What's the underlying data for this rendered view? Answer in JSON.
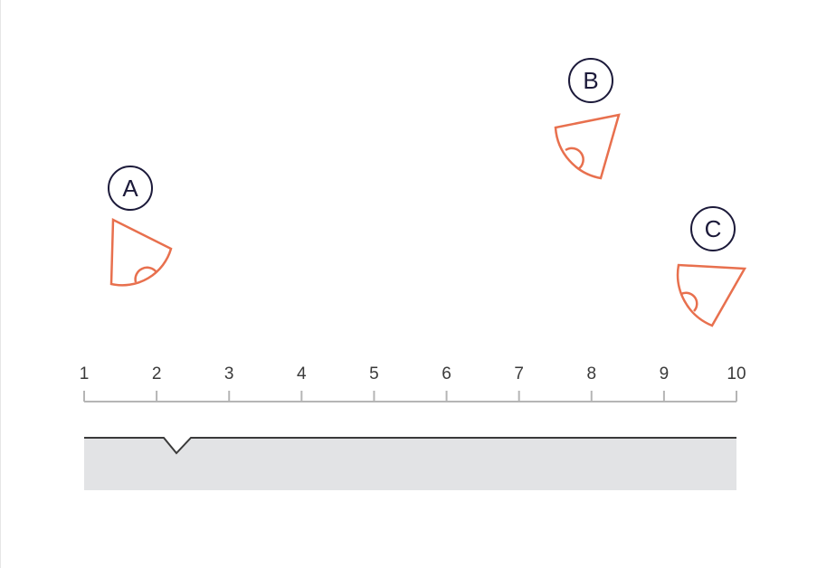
{
  "colors": {
    "sector_stroke": "#e8704e",
    "marker_stroke": "#1c1a3a",
    "axis": "#b5b5b5",
    "ground_fill": "#e2e3e5",
    "ground_line": "#3a3a3a"
  },
  "axis": {
    "ticks": [
      "1",
      "2",
      "3",
      "4",
      "5",
      "6",
      "7",
      "8",
      "9",
      "10"
    ]
  },
  "markers": [
    {
      "id": "a",
      "label": "A"
    },
    {
      "id": "b",
      "label": "B"
    },
    {
      "id": "c",
      "label": "C"
    }
  ]
}
